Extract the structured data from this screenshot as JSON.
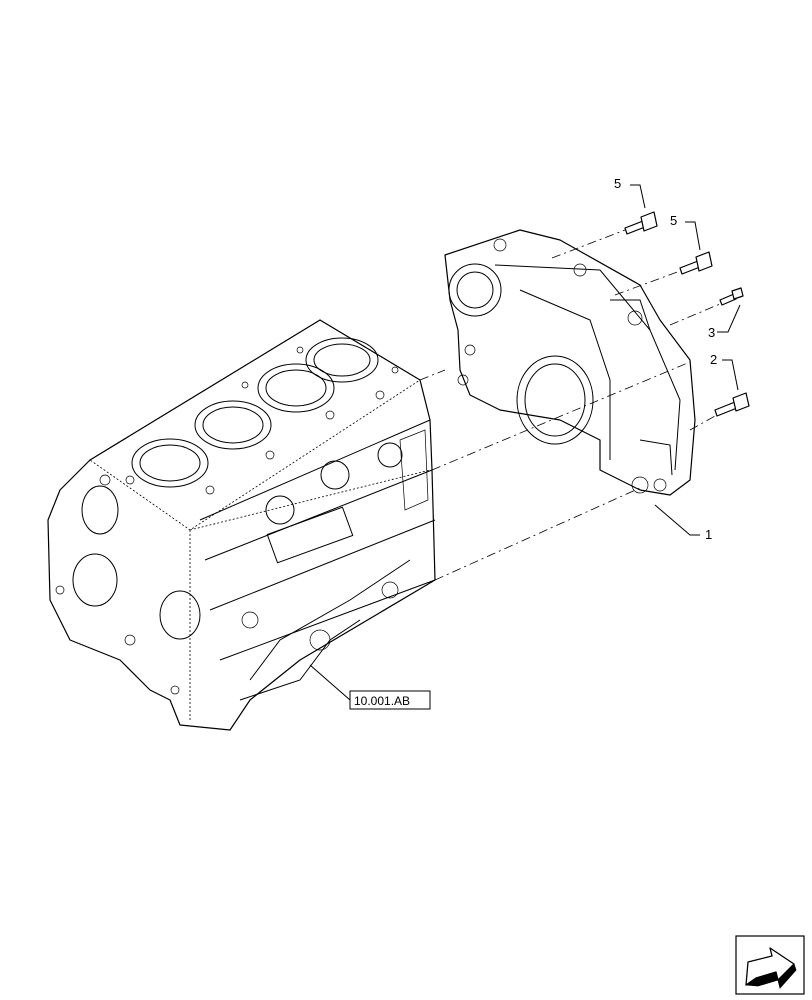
{
  "callouts": {
    "c1": "1",
    "c2": "2",
    "c3": "3",
    "c5a": "5",
    "c5b": "5"
  },
  "reference": {
    "label": "10.001.AB"
  },
  "icons": {
    "navigation": "arrow-icon"
  }
}
